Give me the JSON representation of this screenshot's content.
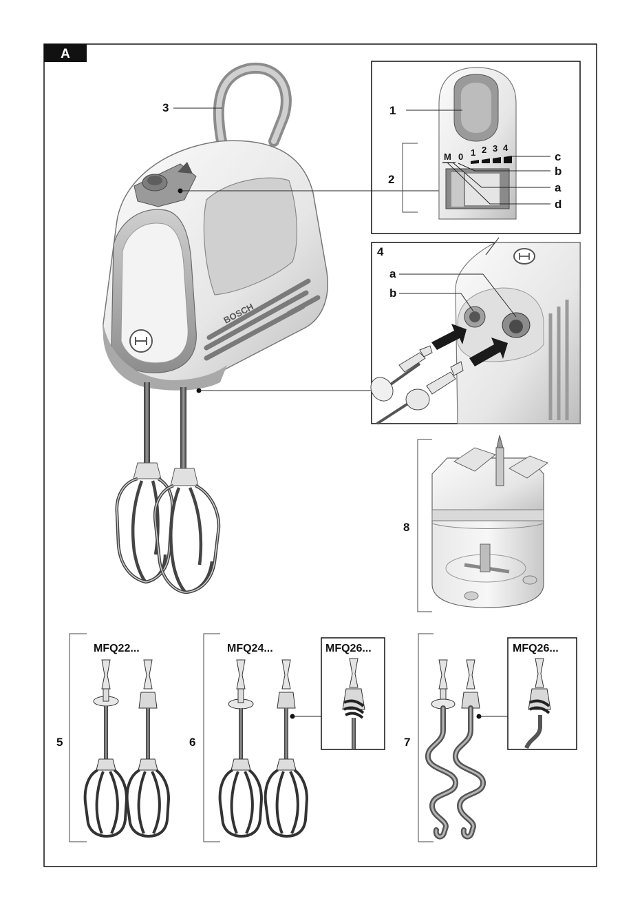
{
  "figure": {
    "tag": "A",
    "callouts": {
      "c1": "1",
      "c2": "2",
      "c3": "3",
      "c4": "4",
      "c5": "5",
      "c6": "6",
      "c7": "7",
      "c8": "8"
    },
    "switch_letters": {
      "a": "a",
      "b": "b",
      "c": "c",
      "d": "d"
    },
    "socket_letters": {
      "a": "a",
      "b": "b"
    },
    "speed_scale": [
      "M",
      "0",
      "1",
      "2",
      "3",
      "4"
    ],
    "models": {
      "m5": "MFQ22...",
      "m6": "MFQ24...",
      "m6_inset": "MFQ26...",
      "m7_inset": "MFQ26..."
    },
    "brand_text": "BOSCH"
  },
  "colors": {
    "ink": "#111111",
    "body_white": "#f7f7f7",
    "body_grey": "#d8d8d8",
    "dark_grey": "#6e6e6e",
    "arrow_black": "#1a1a1a"
  }
}
